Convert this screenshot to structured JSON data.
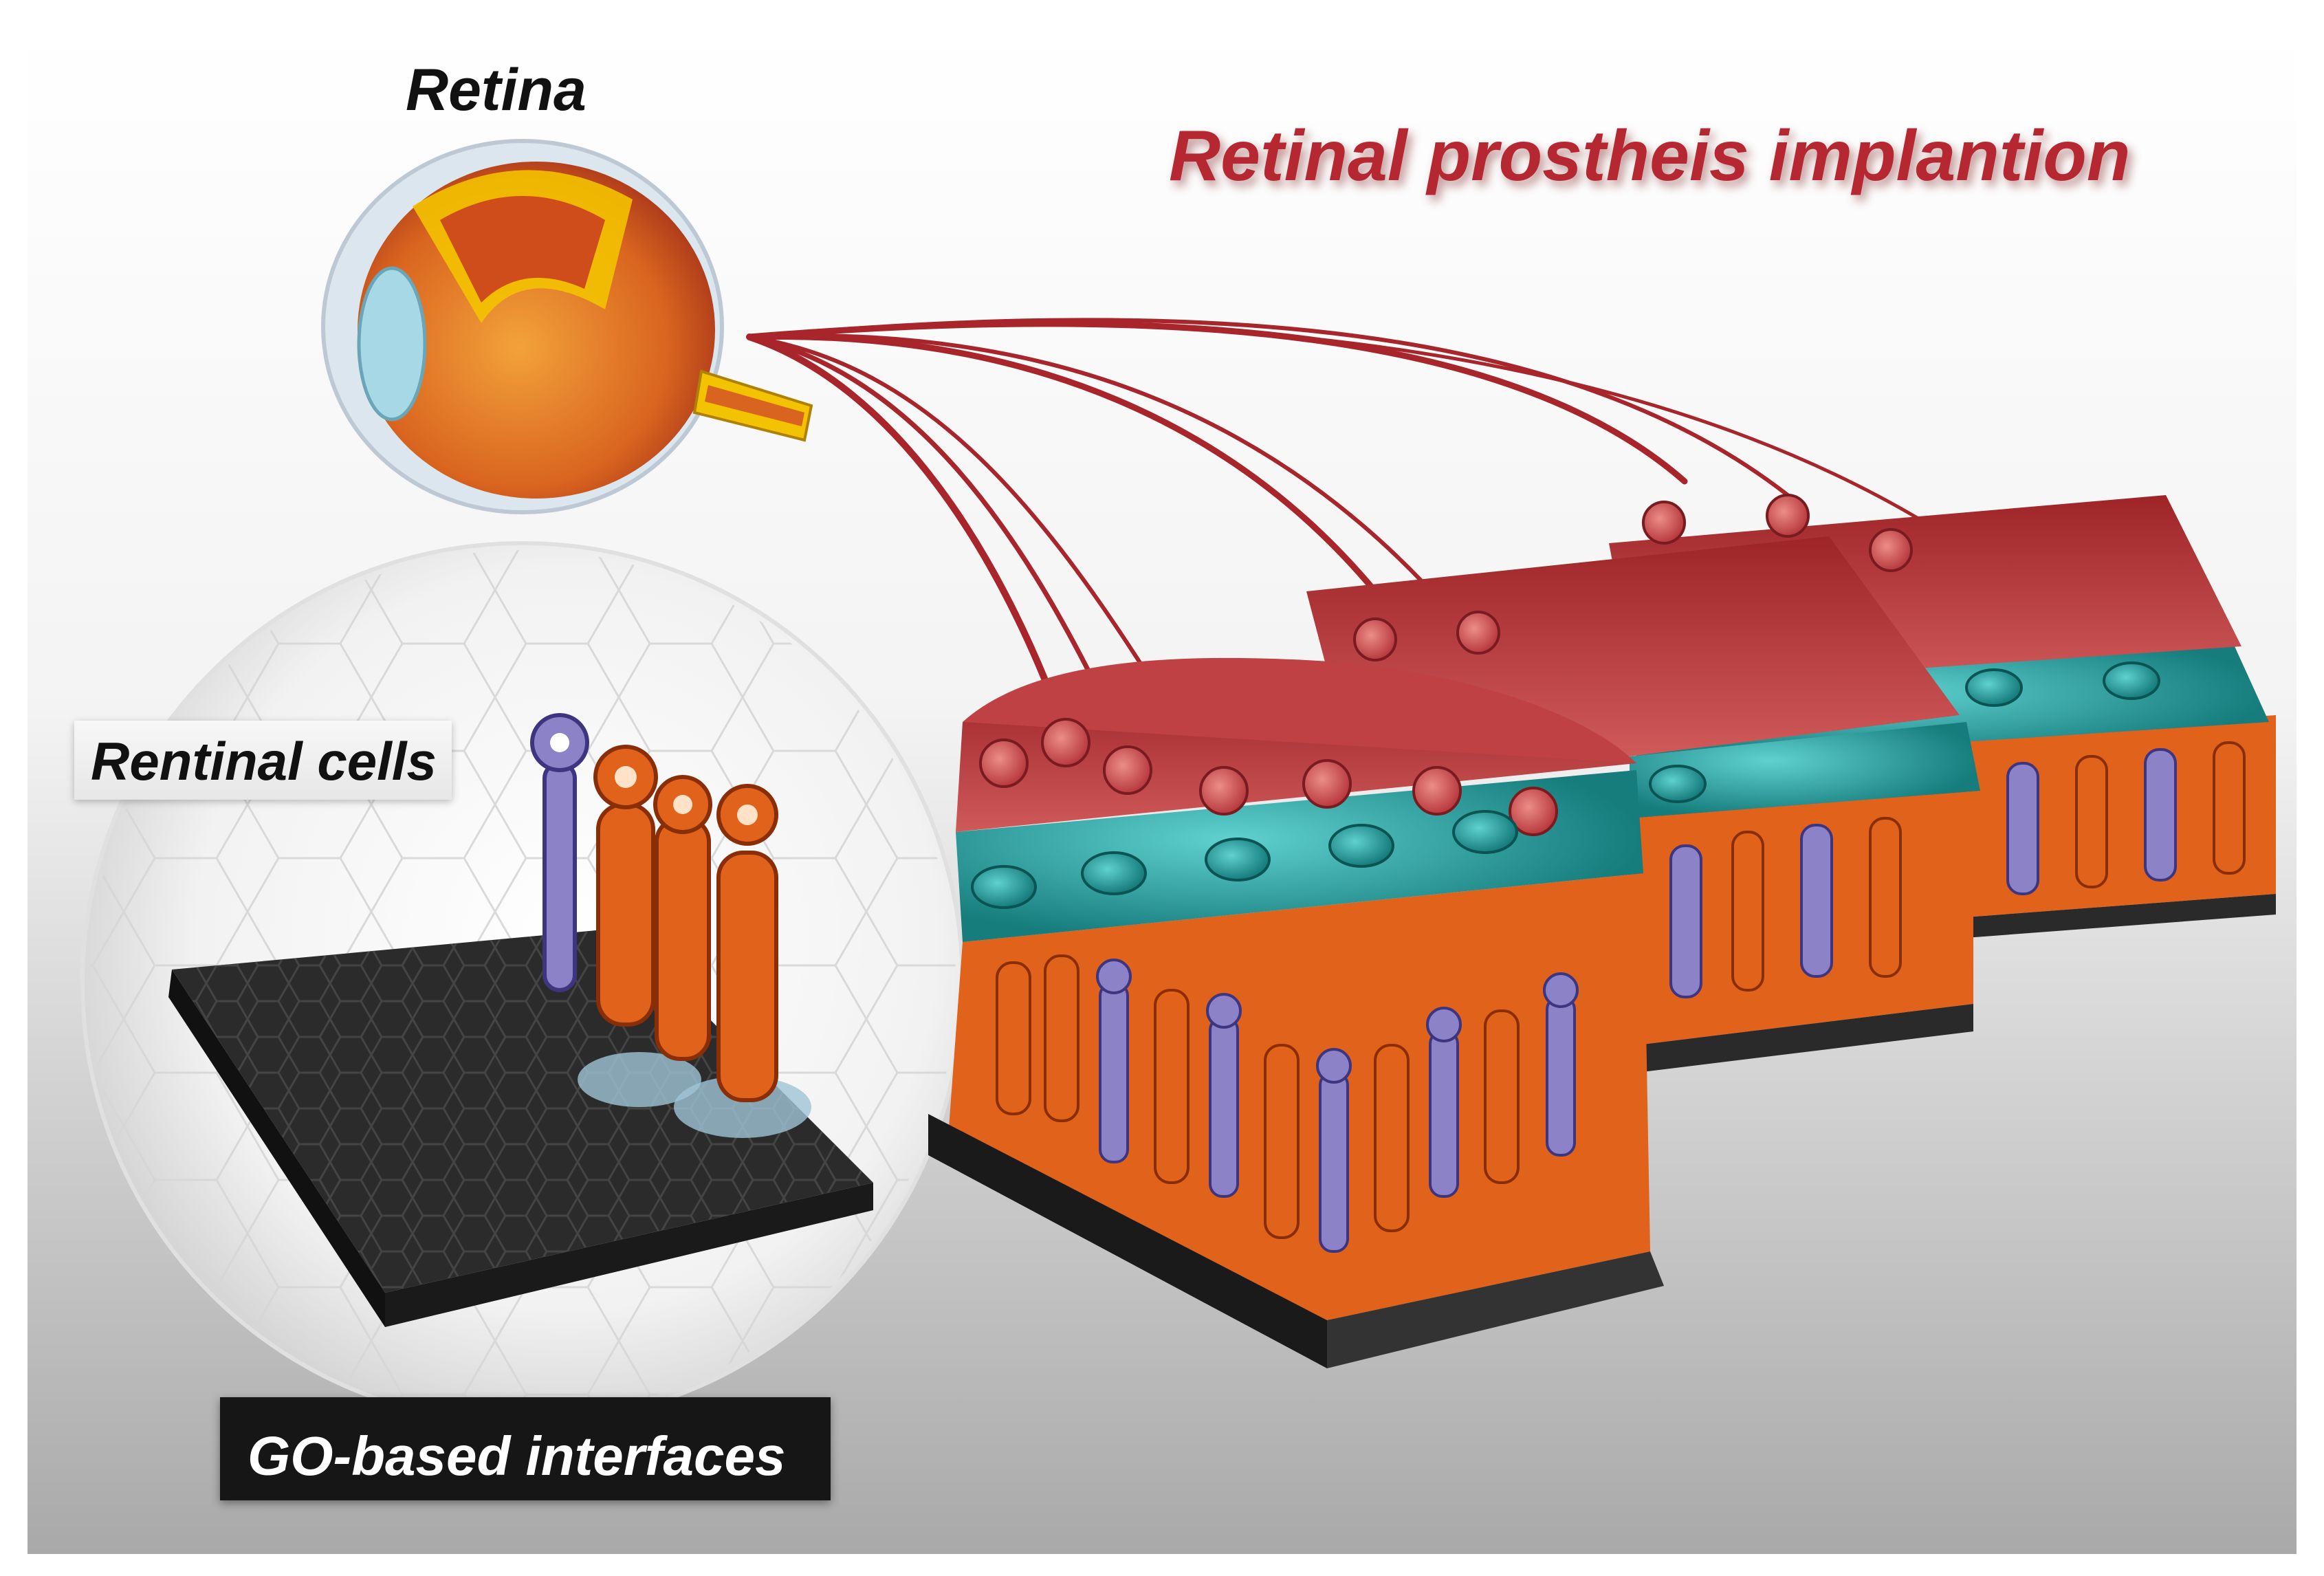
{
  "labels": {
    "retina": "Retina",
    "title": "Retinal prostheis implantion",
    "cells": "Rentinal cells",
    "interfaces": "GO-based interfaces"
  },
  "colors": {
    "title": "#b52831",
    "ganglion_red": "#c8474b",
    "bipolar_teal": "#1f9a98",
    "cone_orange": "#e0621b",
    "rod_purple": "#8c82c8",
    "substrate_black": "#2a2a2a"
  },
  "icons": {
    "eye": "eye-cross-section-icon",
    "cells": "photoreceptor-cells-icon"
  }
}
